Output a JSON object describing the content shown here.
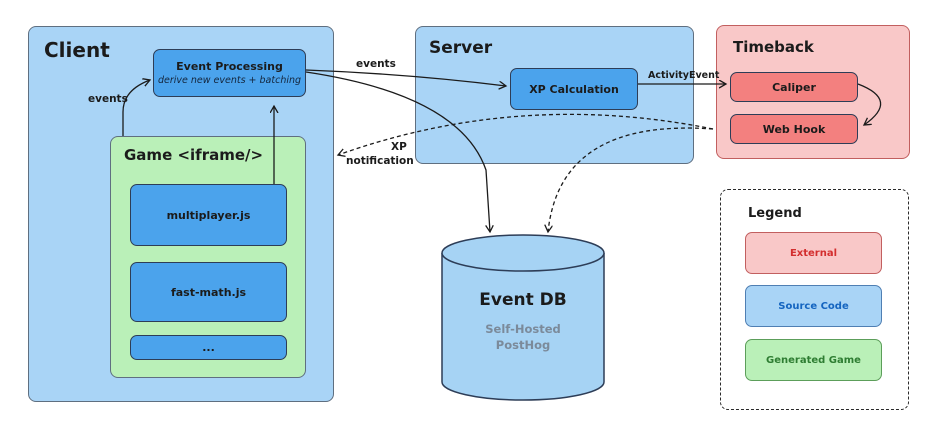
{
  "colors": {
    "source_fill": "#a9d4f6",
    "node_fill": "#4ba3ec",
    "external_fill": "#f9c8c8",
    "external_node": "#f3807f",
    "generated_fill": "#baf0b8",
    "db_fill": "#a6d3f4",
    "ink": "#1b1b1b"
  },
  "groups": {
    "client": "Client",
    "game": "Game <iframe/>",
    "server": "Server",
    "timeback": "Timeback"
  },
  "nodes": {
    "event_processing": {
      "title": "Event Processing",
      "subtitle": "derive new events + batching"
    },
    "multiplayer": "multiplayer.js",
    "fast_math": "fast-math.js",
    "more_games": "...",
    "xp_calculation": "XP Calculation",
    "caliper": "Caliper",
    "web_hook": "Web Hook"
  },
  "database": {
    "title": "Event DB",
    "subtitle_line1": "Self-Hosted",
    "subtitle_line2": "PostHog"
  },
  "edge_labels": {
    "events_client": "events",
    "events_server": "events",
    "activity_event": "ActivityEvent",
    "xp_notification_line1": "XP",
    "xp_notification_line2": "notification"
  },
  "legend": {
    "title": "Legend",
    "external": "External",
    "source_code": "Source Code",
    "generated_game": "Generated Game"
  }
}
